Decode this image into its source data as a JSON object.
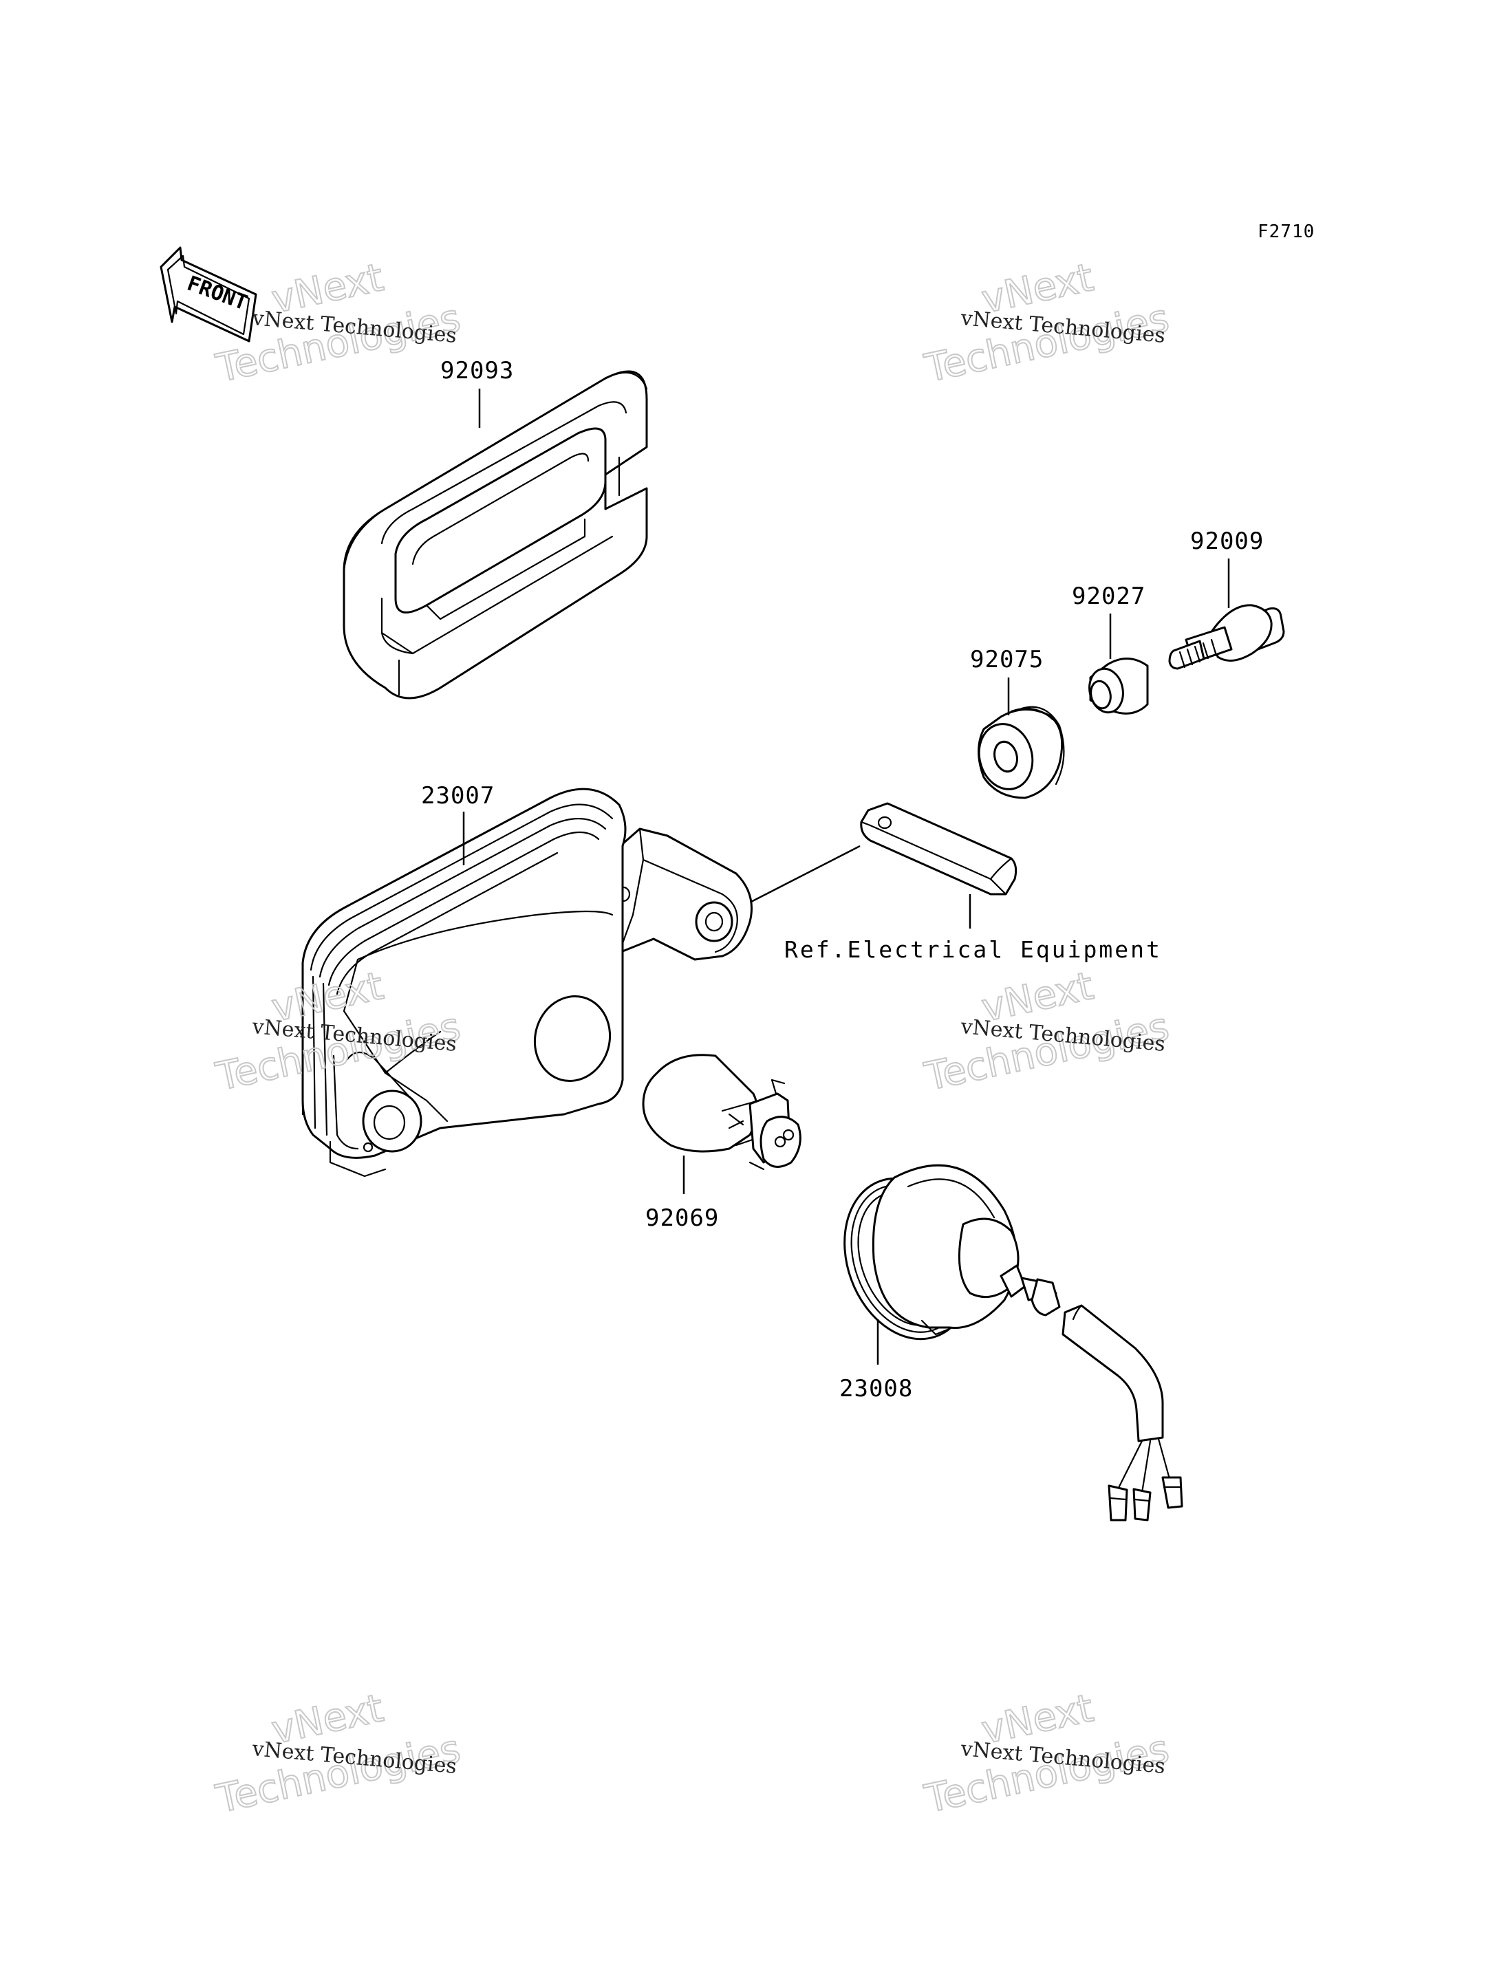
{
  "figure": {
    "code": "F2710",
    "front_label": "FRONT",
    "reference_note": "Ref.Electrical Equipment"
  },
  "parts": [
    {
      "number": "92093"
    },
    {
      "number": "92009"
    },
    {
      "number": "92027"
    },
    {
      "number": "92075"
    },
    {
      "number": "23007"
    },
    {
      "number": "92069"
    },
    {
      "number": "23008"
    }
  ],
  "watermark": {
    "line1": "vNext Technologies",
    "line2": "vNext",
    "line3": "Technologies"
  }
}
